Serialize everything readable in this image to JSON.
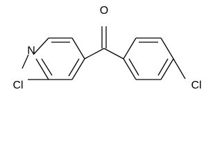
{
  "molecule": {
    "atoms": {
      "oxygen": "O",
      "pyridine_nitrogen": "N",
      "pyridine_chlorine": "Cl",
      "phenyl_chlorine": "Cl"
    }
  }
}
